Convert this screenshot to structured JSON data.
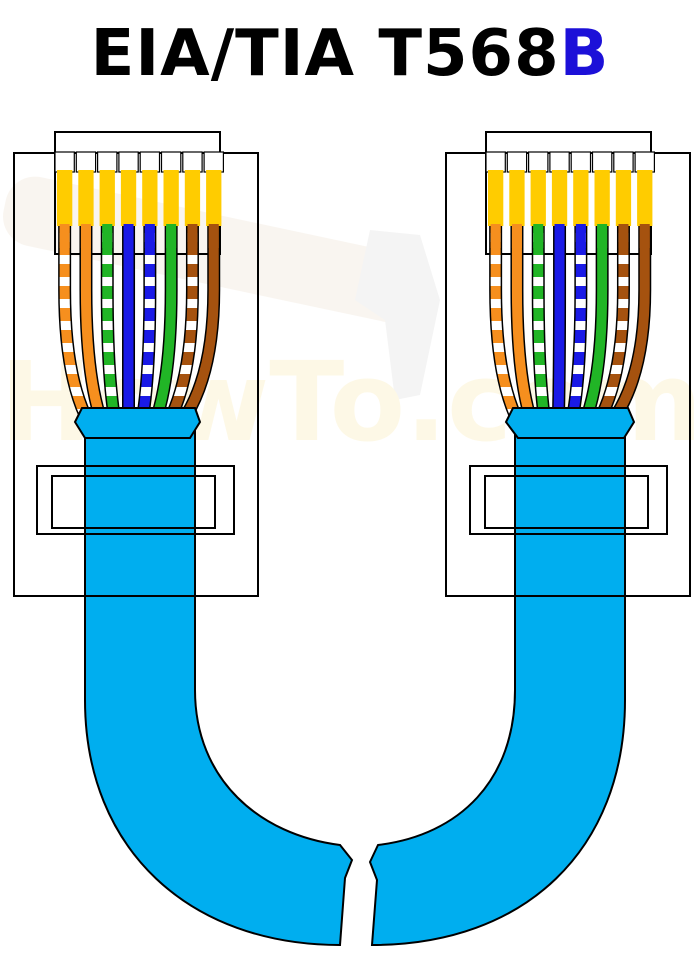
{
  "title": {
    "main": "EIA/TIA T568",
    "accent": "B"
  },
  "watermark": {
    "text": "HowTo.com",
    "icon": "hammer-icon"
  },
  "pinout": [
    {
      "pin": 1,
      "color": "orange",
      "striped": true
    },
    {
      "pin": 2,
      "color": "orange",
      "striped": false
    },
    {
      "pin": 3,
      "color": "green",
      "striped": true
    },
    {
      "pin": 4,
      "color": "blue",
      "striped": false
    },
    {
      "pin": 5,
      "color": "blue",
      "striped": true
    },
    {
      "pin": 6,
      "color": "green",
      "striped": false
    },
    {
      "pin": 7,
      "color": "brown",
      "striped": true
    },
    {
      "pin": 8,
      "color": "brown",
      "striped": false
    }
  ],
  "colors": {
    "orange": "#f68f1e",
    "green": "#21b526",
    "blue": "#1a1ae6",
    "brown": "#a5520f",
    "cable": "#00aeef",
    "contact": "#ffcc00",
    "accent": "#1c10d8"
  }
}
